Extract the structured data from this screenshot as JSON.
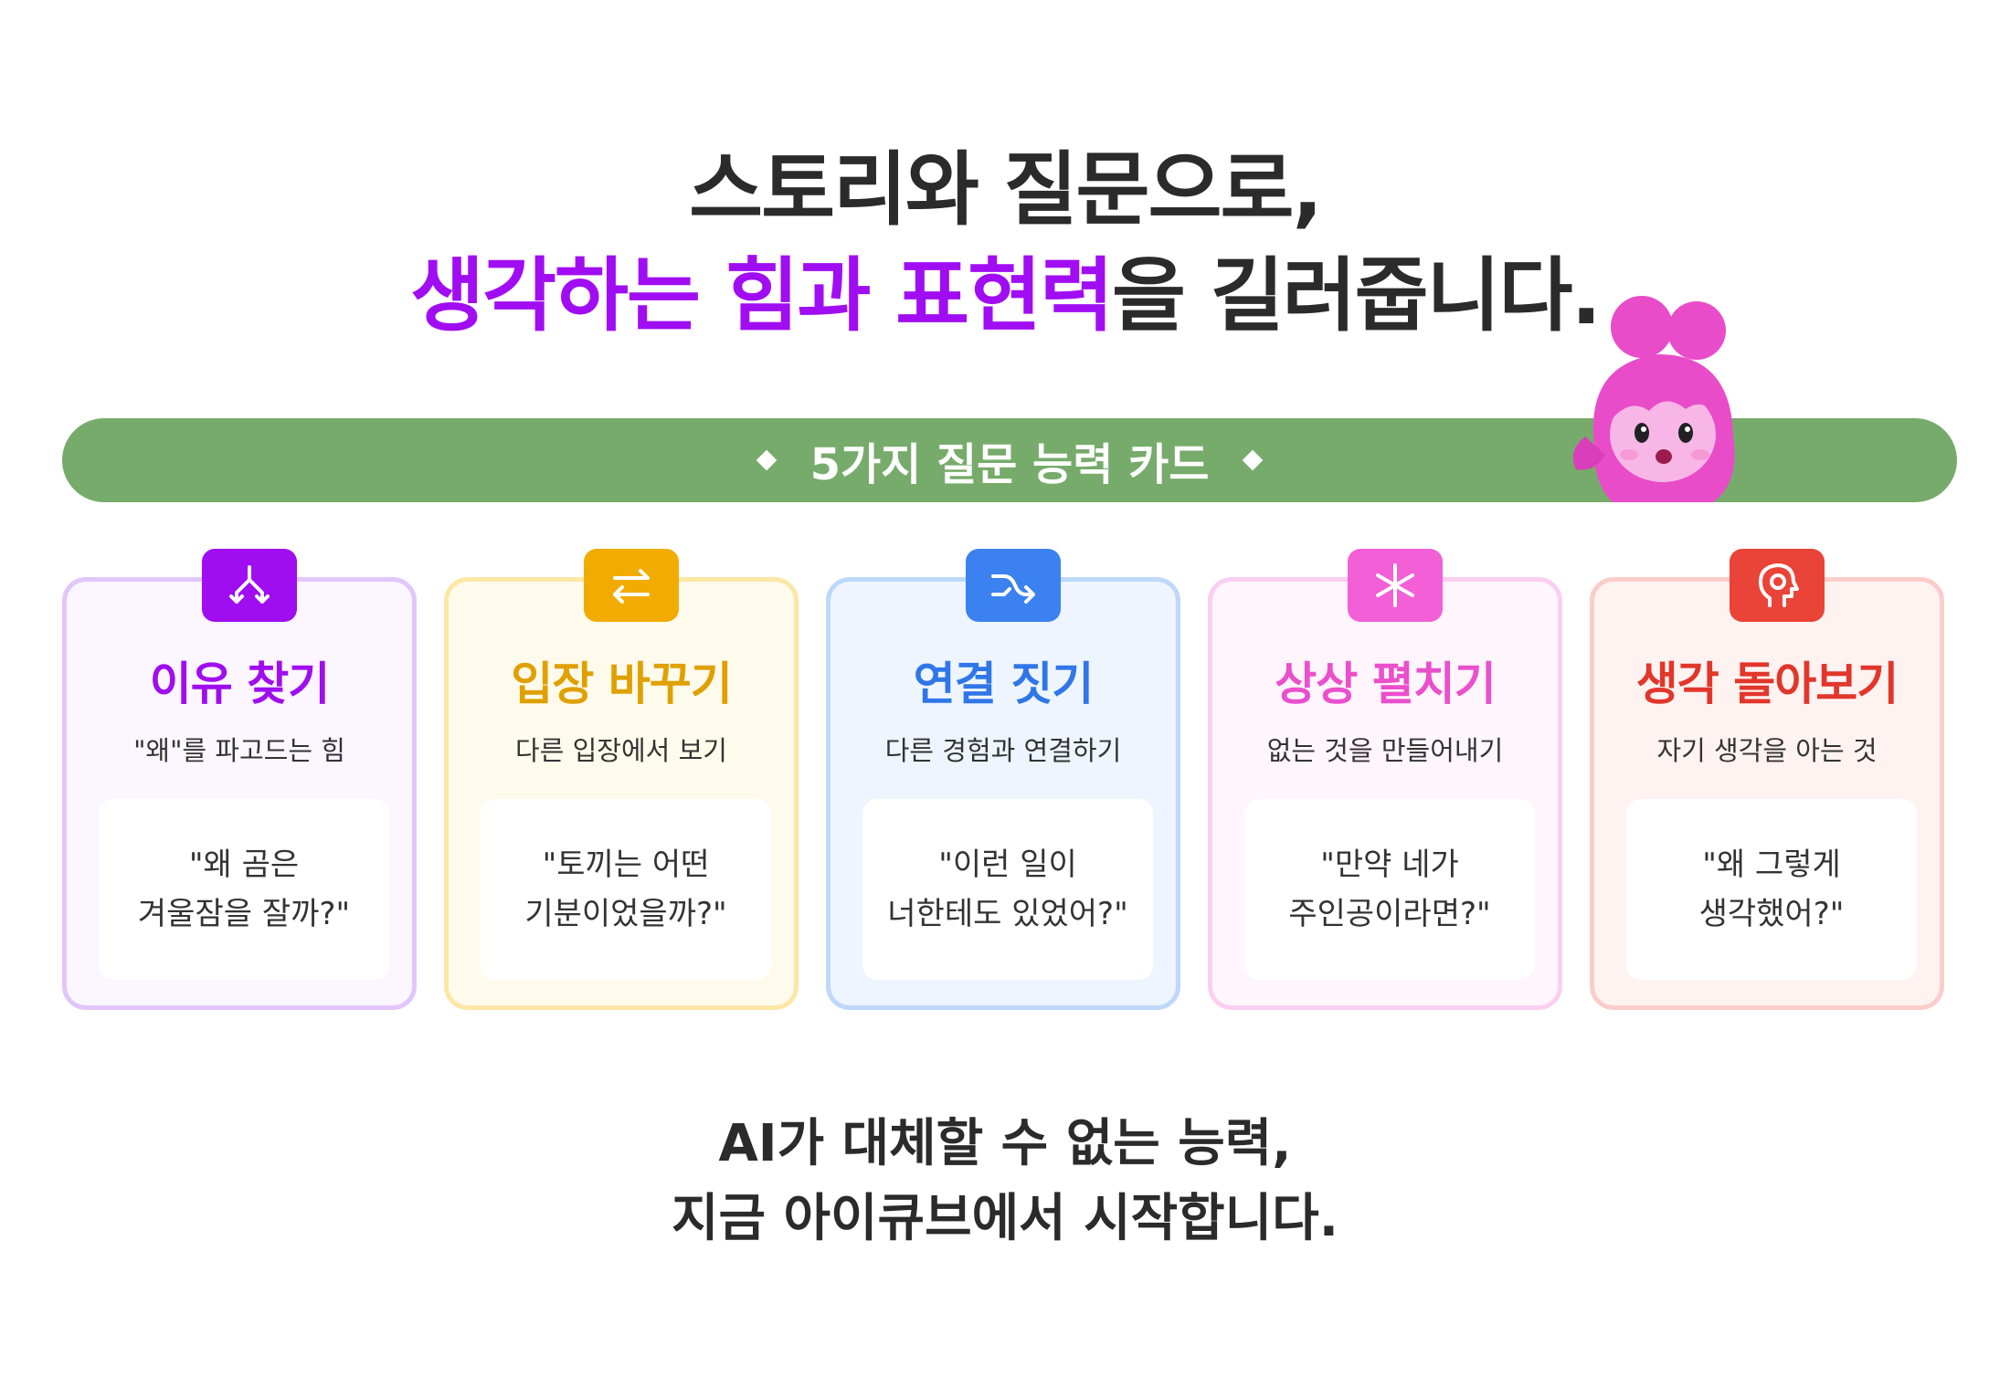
{
  "headline": {
    "line1": "스토리와 질문으로,",
    "line2_highlight": "생각하는 힘과 표현력",
    "line2_rest": "을 길러줍니다."
  },
  "banner": {
    "label": "5가지 질문 능력 카드"
  },
  "cards": [
    {
      "title": "이유 찾기",
      "subtitle": "\"왜\"를 파고드는 힘",
      "quote": "\"왜 곰은\n겨울잠을 잘까?\"",
      "icon": "branch-icon",
      "accent": "#9f0df0"
    },
    {
      "title": "입장 바꾸기",
      "subtitle": "다른 입장에서 보기",
      "quote": "\"토끼는 어떤\n기분이었을까?\"",
      "icon": "swap-arrows-icon",
      "accent": "#f2ab00"
    },
    {
      "title": "연결 짓기",
      "subtitle": "다른 경험과 연결하기",
      "quote": "\"이런 일이\n너한테도 있었어?\"",
      "icon": "merge-arrow-icon",
      "accent": "#3b82f0"
    },
    {
      "title": "상상 펼치기",
      "subtitle": "없는 것을 만들어내기",
      "quote": "\"만약 네가\n주인공이라면?\"",
      "icon": "asterisk-icon",
      "accent": "#f35fd7"
    },
    {
      "title": "생각 돌아보기",
      "subtitle": "자기 생각을 아는 것",
      "quote": "\"왜 그렇게\n생각했어?\"",
      "icon": "head-brain-icon",
      "accent": "#ea4337"
    }
  ],
  "footer": {
    "line1": "AI가 대체할 수 없는 능력,",
    "line2": "지금 아이큐브에서 시작합니다."
  }
}
